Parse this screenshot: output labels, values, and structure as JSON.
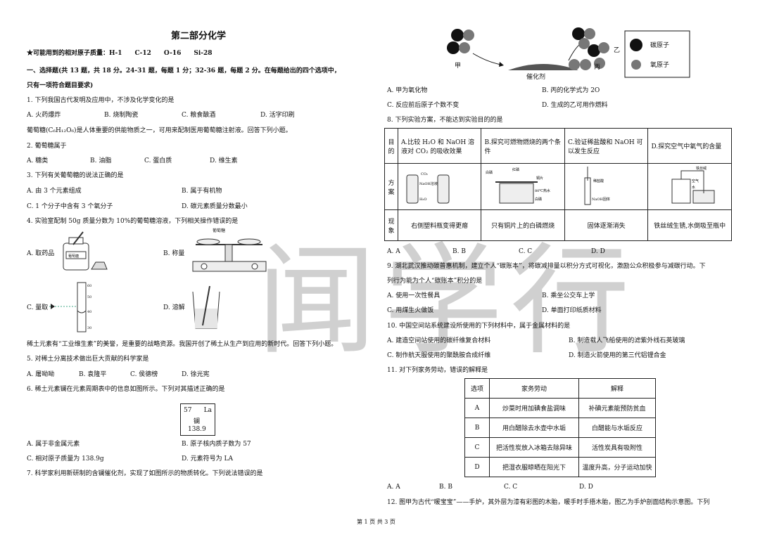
{
  "header": {
    "title": "第二部分化学",
    "atomic_mass": "★可能用到的相对原子质量：H-1　　C-12　　O-16　　Si-28"
  },
  "section1": {
    "line1": "一、选择题(共 13 题，共 18 分。24-31 题，每题 1 分；32-36 题，每题 2 分。在每题给出的四个选项中，",
    "line2": "只有一项符合题目要求)"
  },
  "q1": {
    "stem": "1. 下列我国古代发明及应用中，不涉及化学变化的是",
    "a": "A. 火药爆炸",
    "b": "B. 烧制陶瓷",
    "c": "C. 粮食酿酒",
    "d": "D. 活字印刷"
  },
  "glucose_intro": "葡萄糖(C₆H₁₂O₆)是人体重要的供能物质之一，可用来配制医用葡萄糖注射液。回答下列小题。",
  "q2": {
    "stem": "2. 葡萄糖属于",
    "a": "A. 糖类",
    "b": "B. 油脂",
    "c": "C. 蛋白质",
    "d": "D. 维生素"
  },
  "q3": {
    "stem": "3. 下列有关葡萄糖的说法正确的是",
    "a": "A. 由 3 个元素组成",
    "b": "B. 属于有机物",
    "c": "C. 1 个分子中含有 3 个氧分子",
    "d": "D. 碳元素质量分数最小"
  },
  "q4": {
    "stem": "4. 实验室配制 50g 质量分数为 10%的葡萄糖溶液，下列相关操作错误的是",
    "a": "A. 取药品",
    "b": "B. 称量",
    "c": "C. 量取",
    "d": "D. 溶解",
    "bottle_label": "葡萄糖",
    "bottle_label2": "葡萄糖",
    "cyl_60": "60",
    "cyl_50": "50",
    "cyl_40": "40",
    "cyl_30": "30"
  },
  "rare_intro": "稀土元素有“工业维生素”的美誉，是重要的战略资源。我国开创了稀土从生产到应用的新时代。回答下列小题。",
  "q5": {
    "stem": "5. 对稀土分离技术做出巨大贡献的科学家是",
    "a": "A. 屠呦呦",
    "b": "B. 袁隆平",
    "c": "C. 侯德榜",
    "d": "D. 徐光宪"
  },
  "q6": {
    "stem": "6. 稀土元素镧在元素周期表中的信息如图所示。下列对其描述正确的是",
    "cell_num": "57",
    "cell_sym": "La",
    "cell_name": "镧",
    "cell_mass": "138.9",
    "a": "A. 属于非金属元素",
    "b": "B. 原子核内质子数为 57",
    "c": "C. 相对原子质量为 138.9g",
    "d": "D. 元素符号为 LA"
  },
  "q7": {
    "stem": "7. 科学家利用新研制的含镧催化剂，实现了如图所示的物质转化。下列说法错误的是",
    "jia": "甲",
    "bing": "丙",
    "yi": "乙",
    "catalyst": "催化剂",
    "legend_c": "碳原子",
    "legend_o": "氧原子",
    "a": "A. 甲为氧化物",
    "b": "B. 丙的化学式为 2O",
    "c": "C. 反应前后原子个数不变",
    "d": "D. 生成的乙可用作燃料"
  },
  "q8": {
    "stem": "8. 下列实验方案，不能达到实验目的的是",
    "h_mudi": "目\n的",
    "h_fangan": "方\n案",
    "h_xianxiang": "现\n象",
    "goals": [
      "A.比较 H₂O 和 NaOH 溶液对 CO₂ 的吸收效果",
      "B.探究可燃物燃烧的两个条件",
      "C.验证稀盐酸和 NaOH 可以发生反应",
      "D.探究空气中氧气的含量"
    ],
    "phenomena": [
      "右侧塑料瓶变得更瘪",
      "只有铜片上的白磷燃烧",
      "固体逐渐消失",
      "铁丝绒生锈,水倒吸至瓶中"
    ],
    "labels": {
      "co2": "CO₂",
      "naoh_sol": "NaOH溶液",
      "h2o": "H₂O",
      "baiping": "白磷",
      "hongping": "红磷",
      "tongpian": "铜片",
      "reshui": "80℃热水",
      "baiping2": "白磷",
      "xiyansuan": "稀盐酸",
      "naoh_solid": "NaOH固体",
      "tiesirong": "铁丝绒",
      "kongqi": "空气",
      "shui": "水"
    },
    "a": "A. A",
    "b": "B. B",
    "c": "C. C",
    "d": "D. D"
  },
  "q9": {
    "stem1": "9. 湖北武汉推动碳普惠机制，建立个人“碳账本”，将碳减排量以积分方式可视化，激励公众积极参与减碳行动。下",
    "stem2": "列行为能为个人“碳账本”积分的是",
    "a": "A. 使用一次性餐具",
    "b": "B. 乘坐公交车上学",
    "c": "C. 用煤生火做饭",
    "d": "D. 单面打印纸质材料"
  },
  "q10": {
    "stem": "10. 中国空间站系统建设所使用的下列材料中，属于金属材料的是",
    "a": "A. 建造空间站使用的碳纤维复合材料",
    "b": "B. 制造载人飞船使用的滤紫外线石英玻璃",
    "c": "C. 制作航天服使用的聚酰胺合成纤维",
    "d": "D. 制造火箭使用的第三代铝锂合金"
  },
  "q11": {
    "stem": "11. 对下列家务劳动，错误的解释是",
    "headers": [
      "选项",
      "家务劳动",
      "解释"
    ],
    "rows": [
      [
        "A",
        "炒菜时用加碘食盐调味",
        "补碘元素能预防贫血"
      ],
      [
        "B",
        "用白醋除去水壶中水垢",
        "白醋能与水垢反应"
      ],
      [
        "C",
        "把活性炭放入冰箱去除异味",
        "活性炭具有吸附性"
      ],
      [
        "D",
        "把湿衣服晾晒在阳光下",
        "温度升高，分子运动加快"
      ]
    ],
    "a": "A. A",
    "b": "B. B",
    "c": "C. C",
    "d": "D. D"
  },
  "q12": {
    "stem": "12. 图甲为古代“暖宝宝”——手炉，其外层为漆有彩图的木胎，暖手时手捂木胎，图乙为手炉剖面结构示意图。下列"
  },
  "footer": {
    "page": "第 1 页 共 3 页"
  },
  "watermark": "闻学行"
}
